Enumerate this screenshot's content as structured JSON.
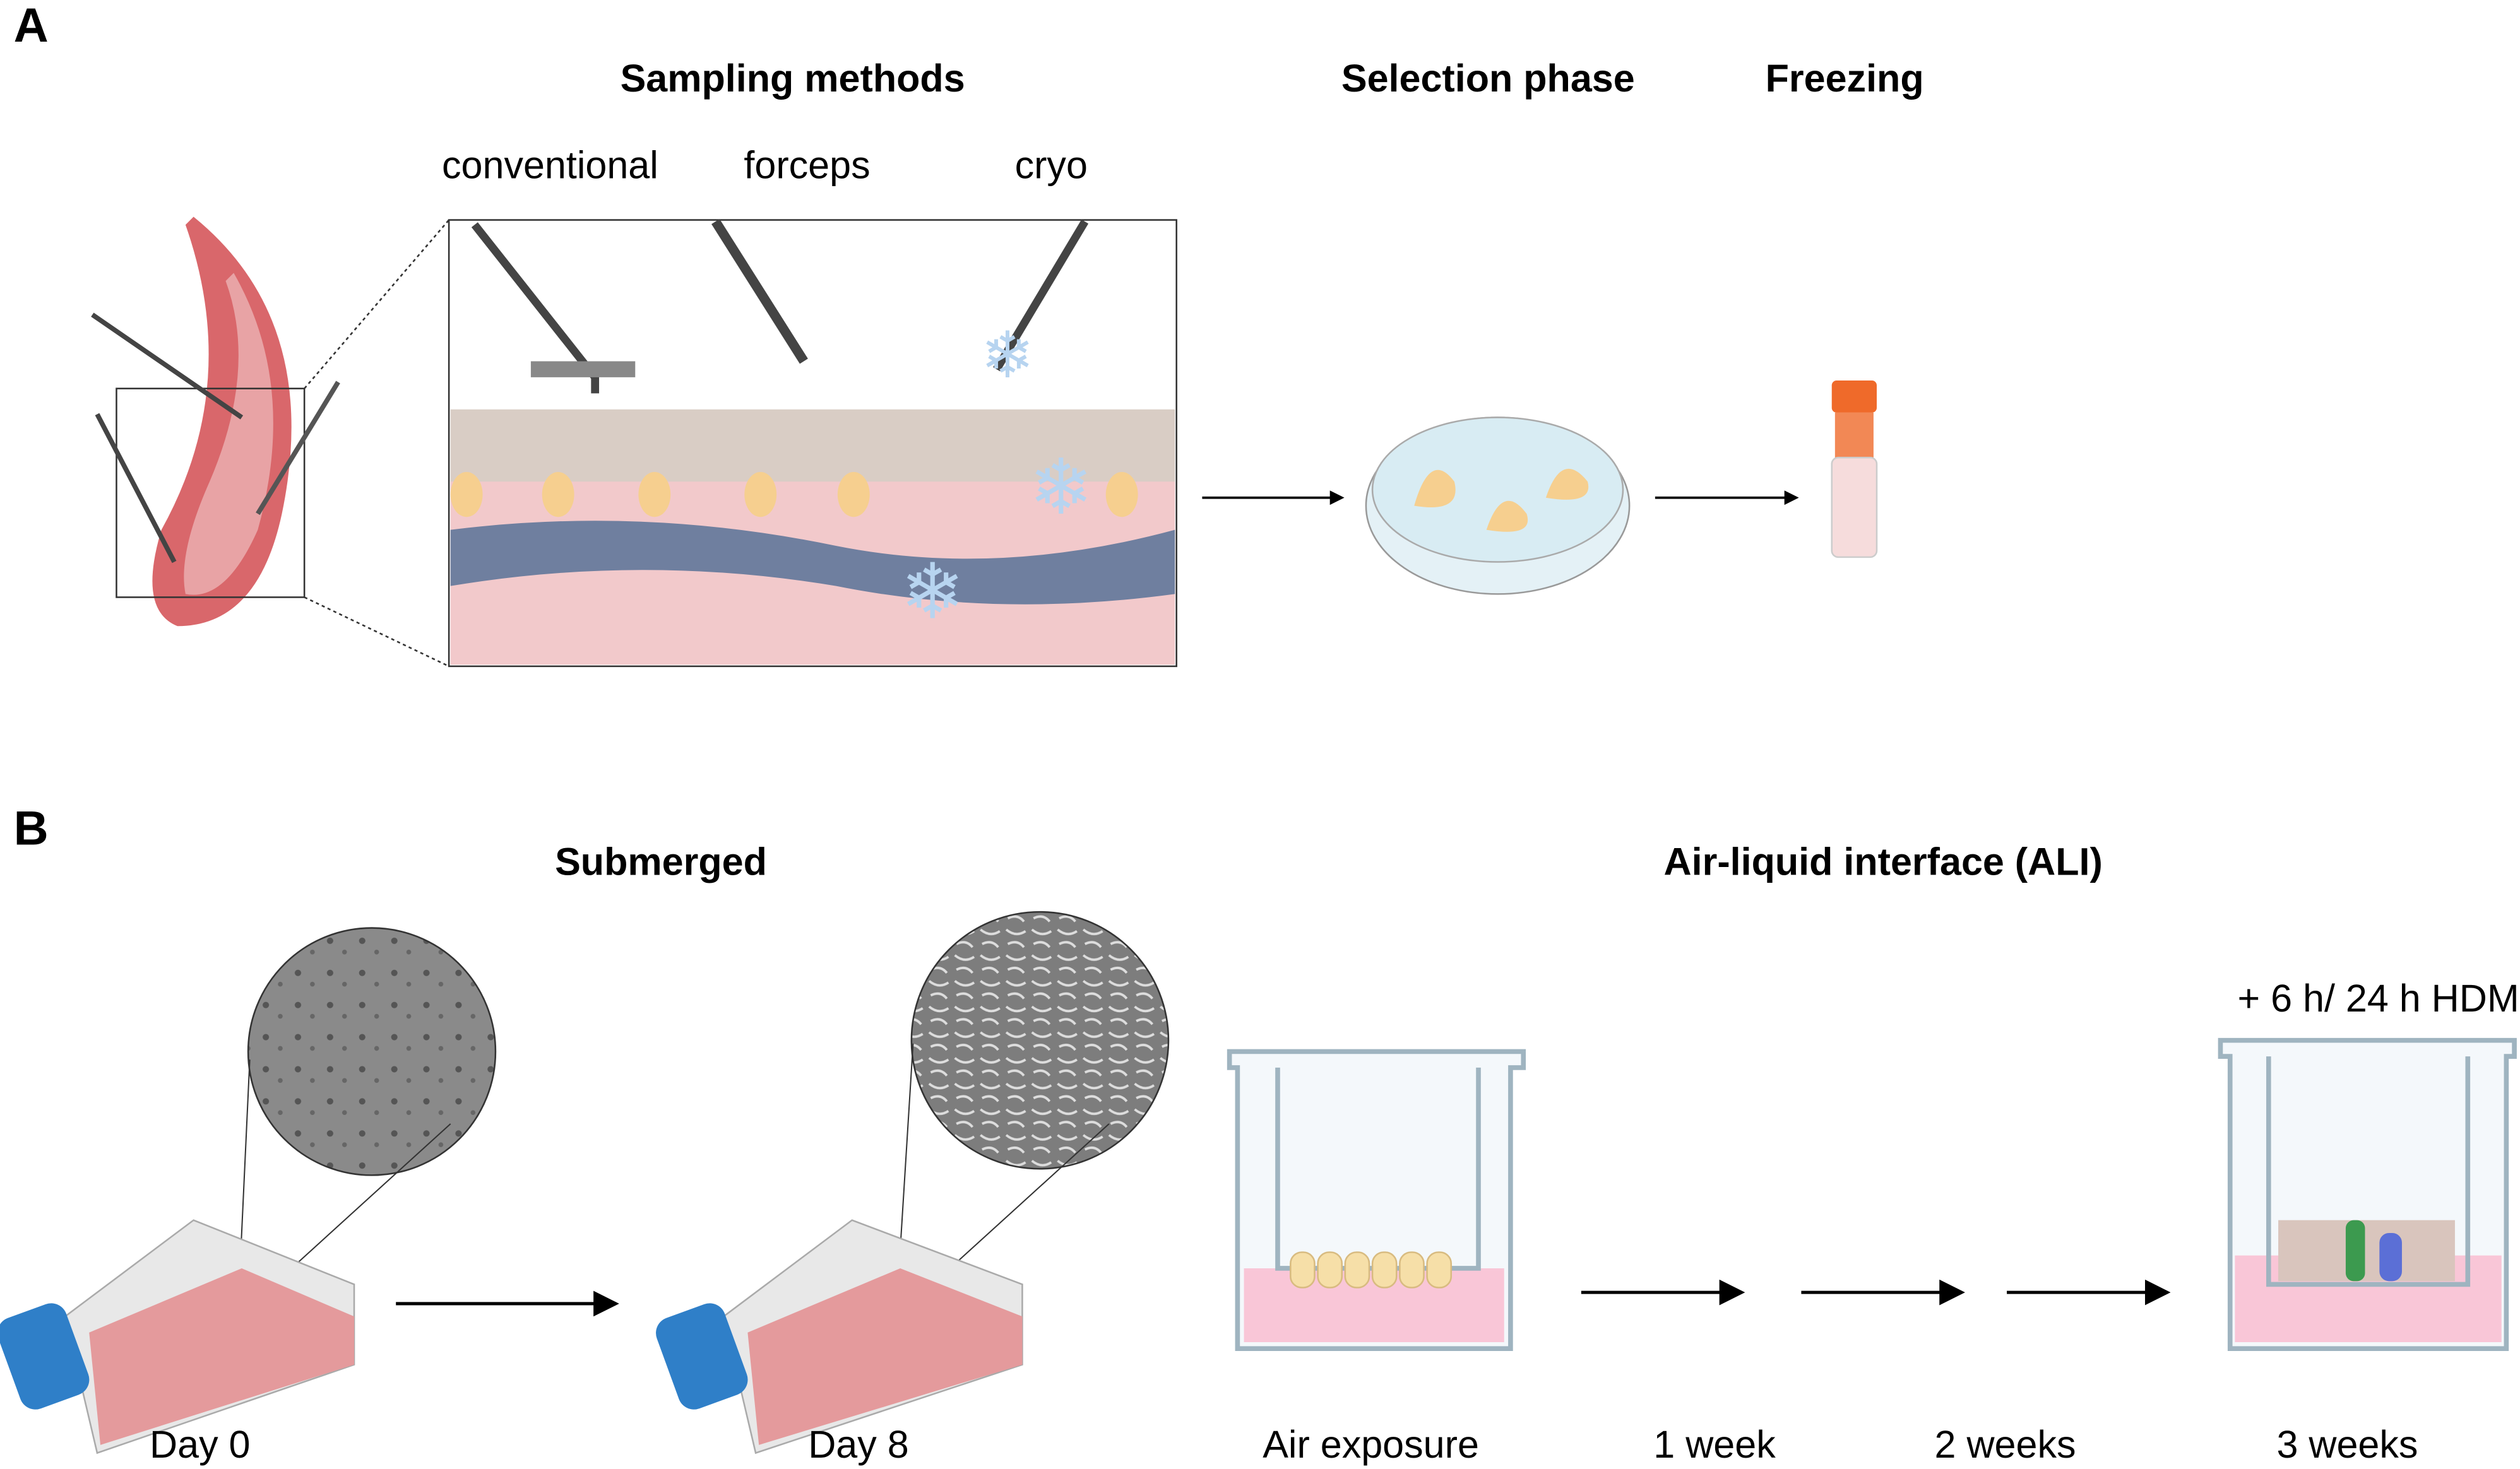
{
  "panel_a": {
    "letter": "A",
    "headings": {
      "sampling": "Sampling methods",
      "selection": "Selection phase",
      "freezing": "Freezing"
    },
    "methods": [
      "conventional",
      "forceps",
      "cryo"
    ]
  },
  "panel_b": {
    "letter": "B",
    "headings": {
      "submerged": "Submerged",
      "ali": "Air-liquid interface (ALI)"
    },
    "treatment": "+ 6 h/ 24 h HDM",
    "steps": [
      "Day 0",
      "Day 8",
      "Air exposure",
      "1 week",
      "2 weeks",
      "3 weeks"
    ]
  },
  "colors": {
    "tissue_pink": "#f2c9cb",
    "vessel_red": "#d9676b",
    "cap_blue": "#2f7fc8",
    "vial_orange": "#ef6a2a",
    "medium_pink": "#f9c6d7",
    "snowflake": "#b7d4f0"
  }
}
